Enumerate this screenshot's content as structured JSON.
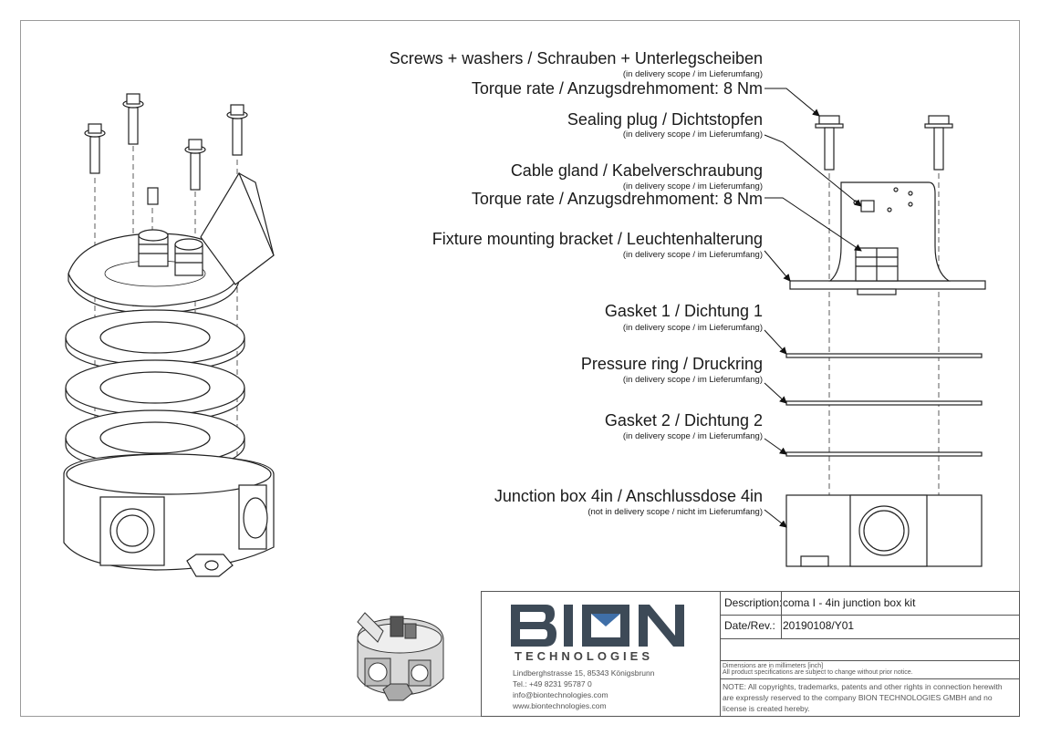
{
  "labels": {
    "screws": {
      "title": "Screws + washers / Schrauben + Unterlegscheiben",
      "scope": "(in delivery scope / im Lieferumfang)",
      "torque": "Torque rate / Anzugsdrehmoment: 8 Nm"
    },
    "plug": {
      "title": "Sealing plug / Dichtstopfen",
      "scope": "(in delivery scope / im Lieferumfang)"
    },
    "gland": {
      "title": "Cable gland / Kabelverschraubung",
      "scope": "(in delivery scope / im Lieferumfang)",
      "torque": "Torque rate / Anzugsdrehmoment: 8 Nm"
    },
    "bracket": {
      "title": "Fixture mounting bracket  / Leuchtenhalterung",
      "scope": "(in delivery scope / im Lieferumfang)"
    },
    "gasket1": {
      "title": "Gasket 1 / Dichtung 1",
      "scope": "(in delivery scope / im Lieferumfang)"
    },
    "ring": {
      "title": "Pressure ring / Druckring",
      "scope": "(in delivery scope / im Lieferumfang)"
    },
    "gasket2": {
      "title": "Gasket 2 / Dichtung 2",
      "scope": "(in delivery scope / im Lieferumfang)"
    },
    "box": {
      "title": "Junction box 4in / Anschlussdose 4in",
      "scope": "(not in delivery scope / nicht im Lieferumfang)"
    }
  },
  "titleblock": {
    "logo_text": "BION",
    "technologies": "TECHNOLOGIES",
    "address": "Lindberghstrasse 15, 85343 Königsbrunn",
    "phone": "Tel.: +49 8231 95787 0",
    "email": "info@biontechnologies.com",
    "web": "www.biontechnologies.com",
    "description_label": "Description:",
    "description_value": "coma I - 4in junction box kit",
    "daterev_label": "Date/Rev.:",
    "daterev_value": "20190108/Y01",
    "dims_note": "Dimensions are in millimeters [inch]",
    "spec_note": "All product specifications are subject to change without prior notice.",
    "copyright_note": "NOTE: All copyrights, trademarks, patents and other rights in connection herewith are expressly reserved to the company BION TECHNOLOGIES GMBH and no license is created hereby.",
    "brand_color": "#3d4a57"
  }
}
